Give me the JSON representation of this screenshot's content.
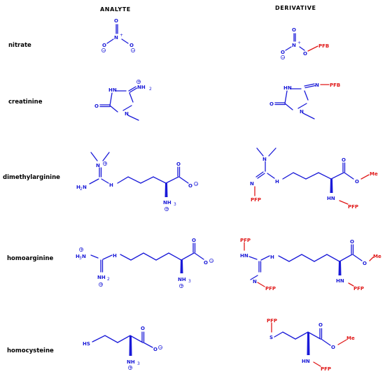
{
  "headers": {
    "analyte": "ANALYTE",
    "derivative": "DERIVATIVE"
  },
  "rows": [
    {
      "name": "nitrate"
    },
    {
      "name": "creatinine"
    },
    {
      "name": "dimethylarginine"
    },
    {
      "name": "homoarginine"
    },
    {
      "name": "homocysteine"
    }
  ],
  "atoms": {
    "O": "O",
    "N": "N",
    "H": "H",
    "NH": "NH",
    "HN": "HN",
    "NH2": "NH",
    "H2N": "H",
    "H3N": "H",
    "NH3": "NH",
    "S": "S",
    "HS": "HS",
    "sub2": "2",
    "sub3": "3",
    "plus": "+",
    "minus": "−"
  },
  "groups": {
    "PFB": "PFB",
    "PFP": "PFP",
    "Me": "Me"
  },
  "colors": {
    "structure": "#1a1ad8",
    "derivative_group": "#e01818",
    "text": "#000000"
  }
}
